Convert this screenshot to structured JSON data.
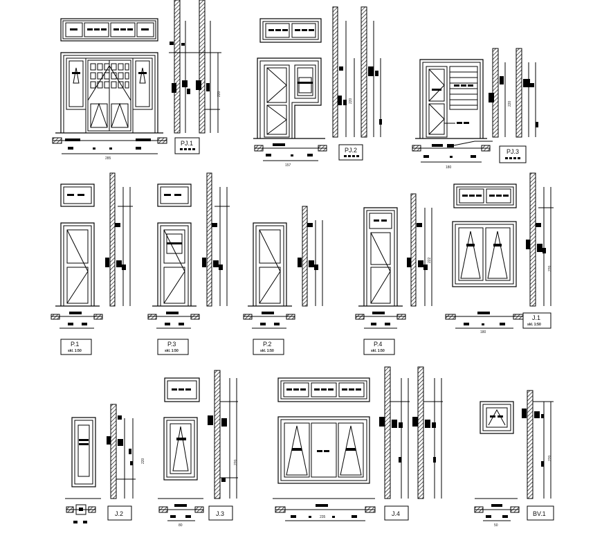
{
  "details": [
    {
      "id": "pj1",
      "code": "PJ.1",
      "width_dim": "285"
    },
    {
      "id": "pj2",
      "code": "PJ.2",
      "width_dim": "157",
      "height_dim": "220"
    },
    {
      "id": "pj3",
      "code": "PJ.3",
      "width_dim": "180",
      "height_dim": "220"
    },
    {
      "id": "p1",
      "code": "P.1",
      "scale": "skl. 1:50"
    },
    {
      "id": "p3",
      "code": "P.3",
      "scale": "skl. 1:50"
    },
    {
      "id": "p2",
      "code": "P.2",
      "scale": "skl. 1:50"
    },
    {
      "id": "p4",
      "code": "P.4",
      "scale": "skl. 1:50",
      "height_dim": "222"
    },
    {
      "id": "j1",
      "code": "J.1",
      "scale": "skl. 1:50",
      "width_dim": "180",
      "height_dim": "220"
    },
    {
      "id": "j2",
      "code": "J.2",
      "height_dim": "220"
    },
    {
      "id": "j3",
      "code": "J.3",
      "width_dim": "80",
      "height_dim": "220"
    },
    {
      "id": "j4",
      "code": "J.4",
      "width_dim": "235"
    },
    {
      "id": "bv1",
      "code": "BV.1",
      "height_dim": "220",
      "width_dim": "50"
    }
  ],
  "colors": {
    "line": "#000000",
    "hatch": "#000000",
    "paper": "#ffffff"
  }
}
